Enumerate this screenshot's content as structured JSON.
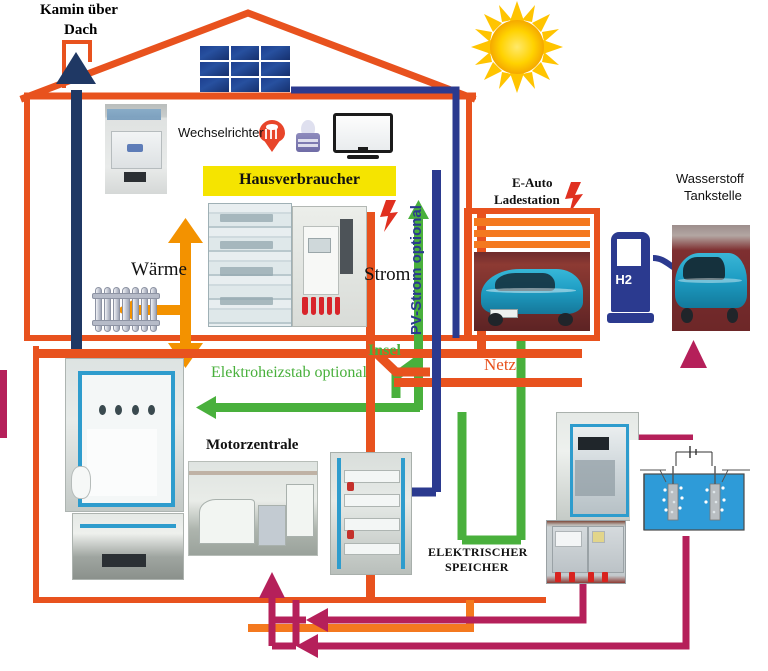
{
  "diagram": {
    "title": "Hausenergiesystem Schema",
    "background": "#ffffff"
  },
  "colors": {
    "house_orange": "#E8521E",
    "flow_orange": "#F39200",
    "grid_orange": "#E8521E",
    "green": "#49B03C",
    "navy": "#2B3A8F",
    "crimson": "#B5205A",
    "yellow": "#F5E400",
    "sun_yellow": "#FFD400",
    "solar_blue": "#22439B",
    "lightning_red": "#E03020"
  },
  "labels": {
    "kamin": "Kamin über\nDach",
    "kamin_line1": "Kamin über",
    "kamin_line2": "Dach",
    "wechselrichter": "Wechselrichter",
    "hausverbraucher": "Hausverbraucher",
    "waerme": "Wärme",
    "strom": "Strom",
    "pv_strom_optional": "PV-Strom optional",
    "elektroheizstab_optional": "Elektroheizstab optional",
    "insel": "Insel",
    "netz": "Netz",
    "motorzentrale": "Motorzentrale",
    "elektrischer_speicher_line1": "ELEKTRISCHER",
    "elektrischer_speicher_line2": "SPEICHER",
    "e_auto_line1": "E-Auto",
    "e_auto_line2": "Ladestation",
    "wasserstoff_line1": "Wasserstoff",
    "wasserstoff_line2": "Tankstelle",
    "h2": "H2"
  },
  "icons": {
    "sun": "sun-icon",
    "solar_panel": "solar-panel-icon",
    "monitor": "monitor-icon",
    "washing_machine": "washing-machine-icon",
    "lamp": "lamp-icon",
    "radiator": "radiator-icon",
    "h2_pump": "hydrogen-pump-icon",
    "lightning": "lightning-bolt-icon",
    "chimney": "chimney-icon"
  },
  "photos": {
    "inverter": "hybrid-inverter-photo",
    "control_rack": "control-rack-photo",
    "meter_panel": "electric-meter-panel-photo",
    "ev_car": "electric-car-photo",
    "hydrogen_car": "hydrogen-car-photo",
    "heat_station": "heat-station-photo",
    "heat_station_under": "heat-station-lower-photo",
    "engine_room": "engine-room-photo",
    "battery_cabinet": "battery-cabinet-photo",
    "electrolyzer_control": "electrolyzer-control-photo",
    "electrolyzer_cabinet": "electrolyzer-cabinet-photo",
    "electrolysis_diagram": "electrolysis-schematic"
  },
  "flows": [
    {
      "name": "chimney-exhaust",
      "color": "#1F3864",
      "label": ""
    },
    {
      "name": "heat-flow",
      "color": "#F39200",
      "label": "Wärme"
    },
    {
      "name": "electricity-flow",
      "color": "#E8521E",
      "label": "Strom"
    },
    {
      "name": "pv-power-optional",
      "color": "#2B3A8F",
      "label": "PV-Strom optional"
    },
    {
      "name": "electric-heating-rod-optional",
      "color": "#49B03C",
      "label": "Elektroheizstab optional"
    },
    {
      "name": "island-mode",
      "color": "#49B03C",
      "label": "Insel"
    },
    {
      "name": "grid-mode",
      "color": "#E8521E",
      "label": "Netz"
    },
    {
      "name": "hydrogen-flow",
      "color": "#B5205A",
      "label": ""
    }
  ]
}
